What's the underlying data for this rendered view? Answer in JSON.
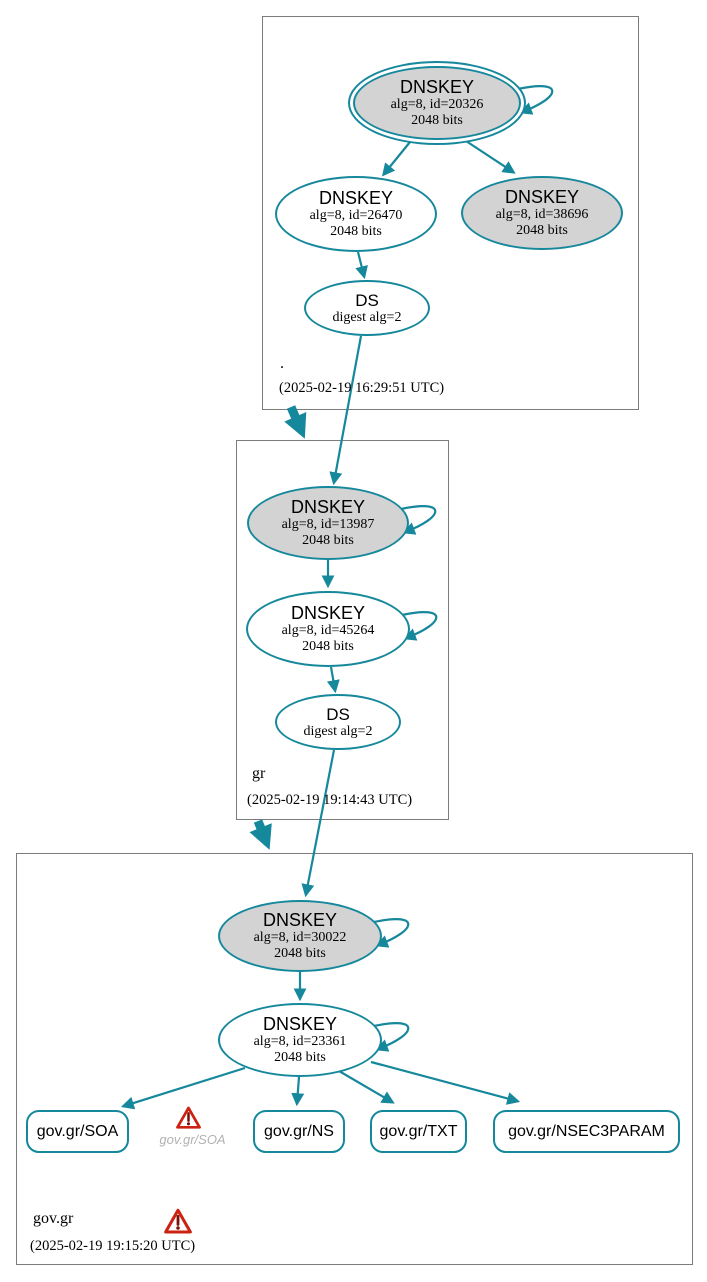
{
  "colors": {
    "edge": "#16889c",
    "key_fill": "#d3d3d3",
    "warning_red": "#cc2211"
  },
  "zones": [
    {
      "id": "root",
      "label": ".",
      "timestamp": "(2025-02-19 16:29:51 UTC)"
    },
    {
      "id": "gr",
      "label": "gr",
      "timestamp": "(2025-02-19 19:14:43 UTC)"
    },
    {
      "id": "govgr",
      "label": "gov.gr",
      "timestamp": "(2025-02-19 19:15:20 UTC)"
    }
  ],
  "nodes": {
    "root_ksk": {
      "title": "DNSKEY",
      "detail1": "alg=8, id=20326",
      "detail2": "2048 bits"
    },
    "root_zsk": {
      "title": "DNSKEY",
      "detail1": "alg=8, id=26470",
      "detail2": "2048 bits"
    },
    "root_key3": {
      "title": "DNSKEY",
      "detail1": "alg=8, id=38696",
      "detail2": "2048 bits"
    },
    "root_ds": {
      "title": "DS",
      "detail1": "digest alg=2"
    },
    "gr_ksk": {
      "title": "DNSKEY",
      "detail1": "alg=8, id=13987",
      "detail2": "2048 bits"
    },
    "gr_zsk": {
      "title": "DNSKEY",
      "detail1": "alg=8, id=45264",
      "detail2": "2048 bits"
    },
    "gr_ds": {
      "title": "DS",
      "detail1": "digest alg=2"
    },
    "govgr_ksk": {
      "title": "DNSKEY",
      "detail1": "alg=8, id=30022",
      "detail2": "2048 bits"
    },
    "govgr_zsk": {
      "title": "DNSKEY",
      "detail1": "alg=8, id=23361",
      "detail2": "2048 bits"
    }
  },
  "records": [
    {
      "label": "gov.gr/SOA"
    },
    {
      "label": "gov.gr/NS"
    },
    {
      "label": "gov.gr/TXT"
    },
    {
      "label": "gov.gr/NSEC3PARAM"
    }
  ],
  "ghost_record": {
    "label": "gov.gr/SOA"
  }
}
